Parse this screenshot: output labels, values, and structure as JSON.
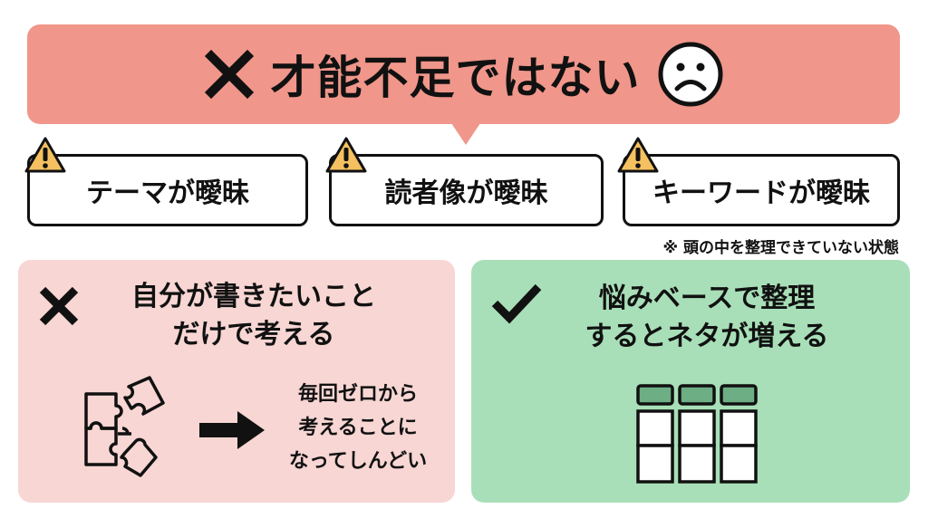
{
  "banner": {
    "title": "才能不足ではない",
    "left_icon": "cross-icon",
    "right_icon": "sad-face-icon",
    "color": "#f0968a"
  },
  "issues": [
    {
      "icon": "warning-icon",
      "label": "テーマが曖昧"
    },
    {
      "icon": "warning-icon",
      "label": "読者像が曖昧"
    },
    {
      "icon": "warning-icon",
      "label": "キーワードが曖昧"
    }
  ],
  "note": "※ 頭の中を整理できていない状態",
  "bad_panel": {
    "icon": "cross-icon",
    "title_line1": "自分が書きたいこと",
    "title_line2": "だけで考える",
    "illustration": "puzzle-pieces-icon",
    "arrow": "right-arrow-icon",
    "result_line1": "毎回ゼロから",
    "result_line2": "考えることに",
    "result_line3": "なってしんどい",
    "color": "#f7d6d3"
  },
  "good_panel": {
    "icon": "checkmark-icon",
    "title_line1": "悩みベースで整理",
    "title_line2": "するとネタが増える",
    "illustration": "table-grid-icon",
    "color": "#a8dfb8"
  }
}
